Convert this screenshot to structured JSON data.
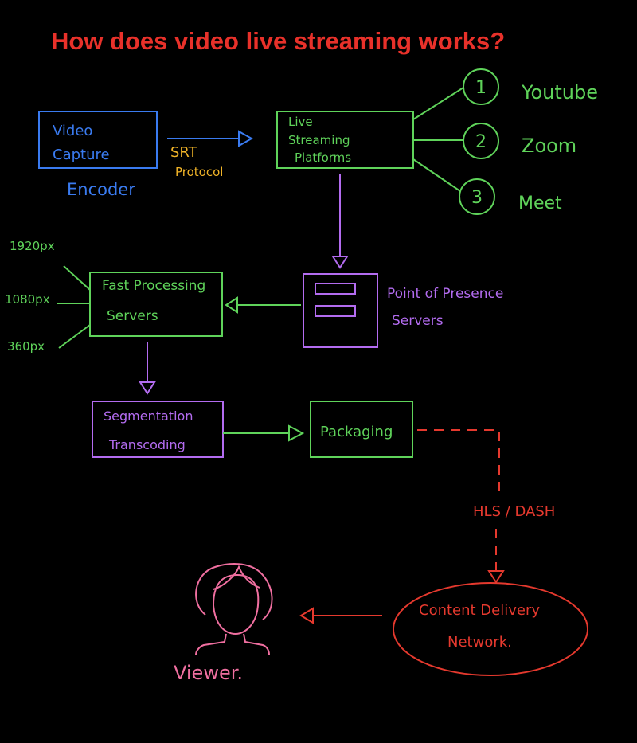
{
  "title": "How does video live streaming works?",
  "nodes": {
    "video_capture": {
      "line1": "Video",
      "line2": "Capture"
    },
    "encoder": "Encoder",
    "srt": {
      "line1": "SRT",
      "line2": "Protocol"
    },
    "live_streaming": {
      "line1": "Live",
      "line2": "Streaming",
      "line3": "Platforms"
    },
    "platforms": [
      {
        "number": "1",
        "name": "Youtube"
      },
      {
        "number": "2",
        "name": "Zoom"
      },
      {
        "number": "3",
        "name": "Meet"
      }
    ],
    "pop": {
      "line1": "Point of Presence",
      "line2": "Servers"
    },
    "fast_processing": {
      "line1": "Fast Processing",
      "line2": "Servers"
    },
    "resolutions": [
      "1920px",
      "1080px",
      "360px"
    ],
    "segmentation": {
      "line1": "Segmentation",
      "line2": "Transcoding"
    },
    "packaging": "Packaging",
    "hls": "HLS / DASH",
    "cdn": {
      "line1": "Content Delivery",
      "line2": "Network."
    },
    "viewer": "Viewer."
  },
  "colors": {
    "title": "#e8312a",
    "blue": "#3a7bf0",
    "green": "#5fd35a",
    "purple": "#b36cf0",
    "red": "#e5392e",
    "orange": "#f1b428",
    "pink": "#f06fa0",
    "background": "#000000"
  }
}
